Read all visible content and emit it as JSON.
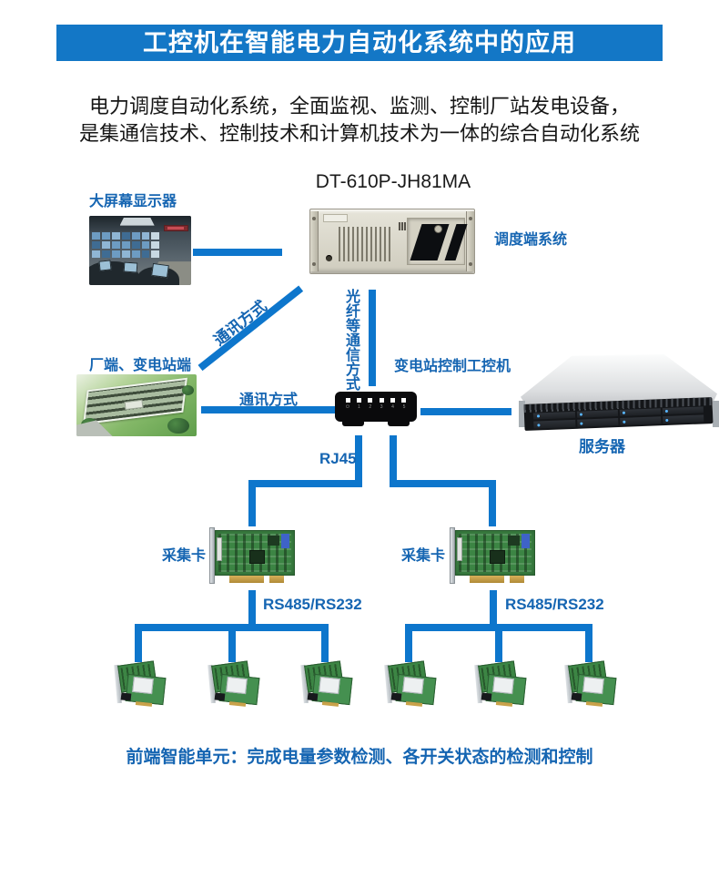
{
  "header": {
    "title": "工控机在智能电力自动化系统中的应用"
  },
  "intro": {
    "line1": "电力调度自动化系统，全面监视、监测、控制厂站发电设备，",
    "line2": "是集通信技术、控制技术和计算机技术为一体的综合自动化系统"
  },
  "diagram": {
    "model_label": "DT-610P-JH81MA",
    "big_screen_label": "大屏幕显示器",
    "dispatch_label": "调度端系统",
    "comm_diagonal_label": "通讯方式",
    "fiber_label": "光纤等通信方式",
    "substation_ipc_label": "变电站控制工控机",
    "plant_label": "厂端、变电站端",
    "comm_horizontal_label": "通讯方式",
    "server_label": "服务器",
    "rj45_label": "RJ45",
    "daq_left_label": "采集卡",
    "daq_right_label": "采集卡",
    "rs485_left_label": "RS485/RS232",
    "rs485_right_label": "RS485/RS232",
    "switch": {
      "leds": [
        "⏻",
        "1",
        "2",
        "3",
        "4",
        "5"
      ]
    }
  },
  "footer": {
    "note": "前端智能单元：完成电量参数检测、各开关状态的检测和控制"
  },
  "colors": {
    "header_bg": "#1377c6",
    "line_blue": "#0d76cc",
    "label_blue": "#1565b2",
    "title_text": "#ffffff",
    "body_text": "#161616"
  }
}
